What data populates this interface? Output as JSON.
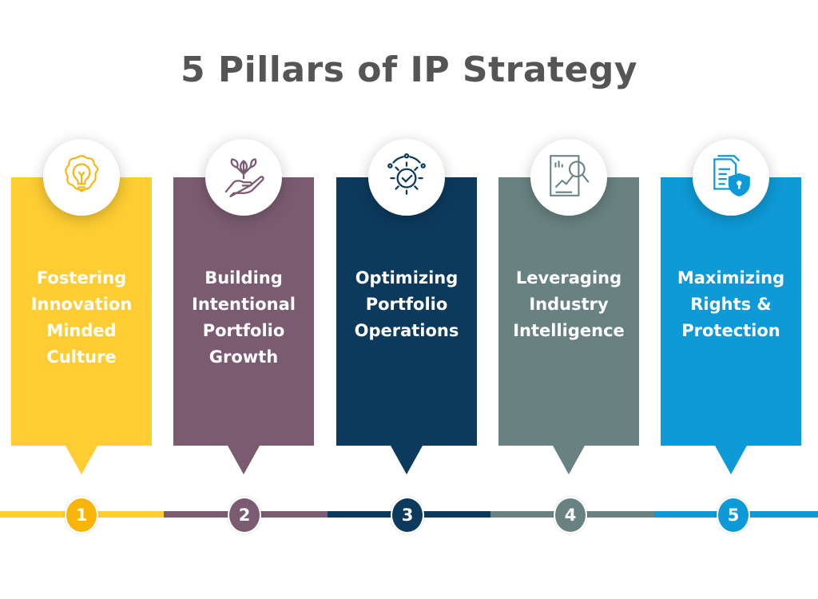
{
  "title": "5 Pillars of IP Strategy",
  "pillars": [
    {
      "number": "1",
      "label": "Fostering Innovation Minded Culture",
      "icon": "brain-lightbulb-icon",
      "color": "#FDCD33",
      "accent": "#F9B40A"
    },
    {
      "number": "2",
      "label": "Building Intentional Portfolio Growth",
      "icon": "hand-plant-icon",
      "color": "#7B5B72",
      "accent": "#7B5B72"
    },
    {
      "number": "3",
      "label": "Optimizing Portfolio Operations",
      "icon": "gear-check-icon",
      "color": "#0C3A5C",
      "accent": "#0C3A5C"
    },
    {
      "number": "4",
      "label": "Leveraging Industry Intelligence",
      "icon": "report-magnifier-icon",
      "color": "#688282",
      "accent": "#688282"
    },
    {
      "number": "5",
      "label": "Maximizing Rights & Protection",
      "icon": "document-shield-icon",
      "color": "#0E9AD6",
      "accent": "#0E9AD6"
    }
  ]
}
